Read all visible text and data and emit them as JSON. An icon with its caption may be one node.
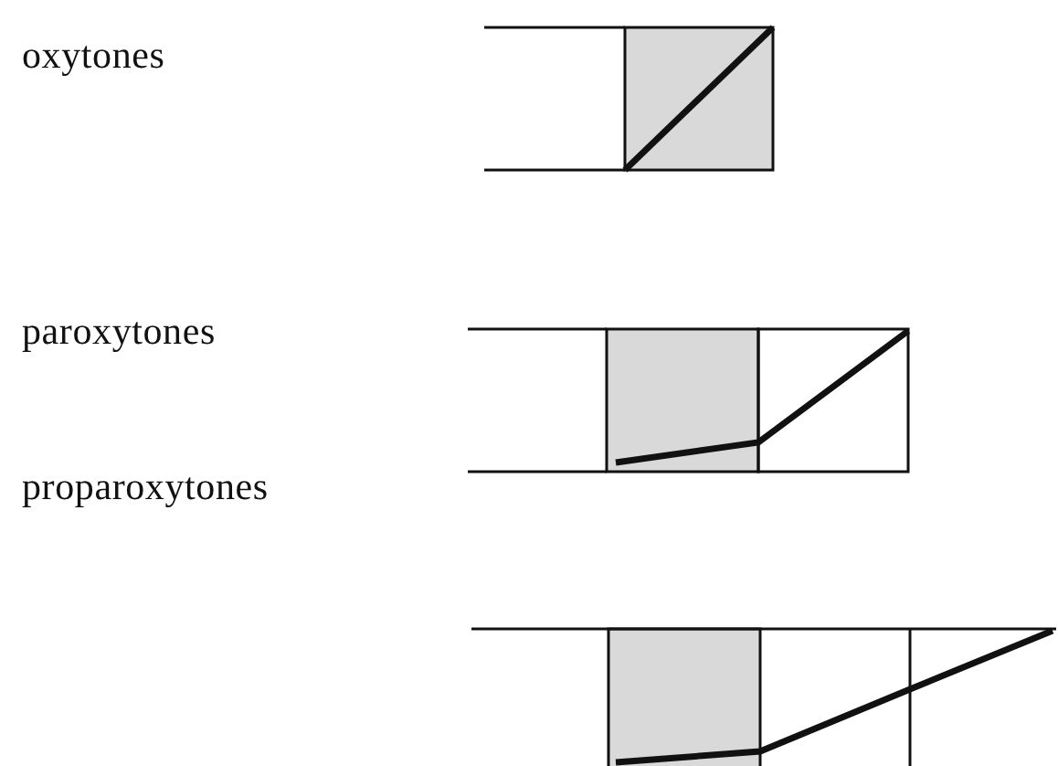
{
  "diagram": {
    "labels": [
      "oxytones",
      "paroxytones",
      "proparoxytones"
    ]
  }
}
